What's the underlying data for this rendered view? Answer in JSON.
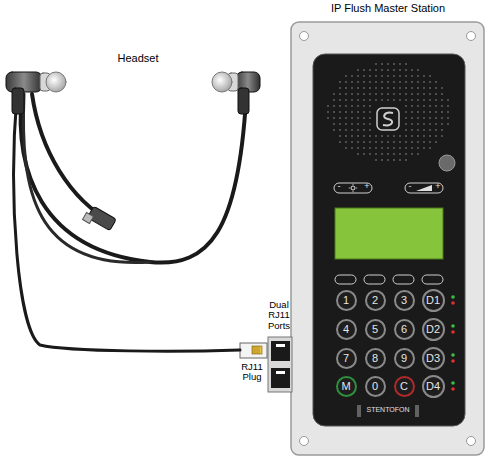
{
  "diagram": {
    "nodes": [
      {
        "text": [
          "1"
        ]
      },
      {
        "text": [
          "2"
        ]
      },
      {
        "text": [
          "3"
        ]
      },
      {
        "text": [
          "D1"
        ]
      },
      {
        "text": [
          "4"
        ]
      },
      {
        "text": [
          "5"
        ]
      },
      {
        "text": [
          "6"
        ]
      },
      {
        "text": [
          "D2"
        ]
      },
      {
        "text": [
          "7"
        ]
      },
      {
        "text": [
          "8"
        ]
      },
      {
        "text": [
          "9"
        ]
      },
      {
        "text": [
          "D3"
        ]
      },
      {
        "text": [
          "M"
        ]
      },
      {
        "text": [
          "0"
        ]
      },
      {
        "text": [
          "C"
        ]
      },
      {
        "text": [
          "D4"
        ]
      }
    ],
    "labels": [
      "IP Flush Master Station",
      "Headset",
      "Dual RJ11 Ports",
      "RJ11 Plug",
      "-",
      "+",
      "-",
      "+",
      "STENTOFON"
    ]
  }
}
